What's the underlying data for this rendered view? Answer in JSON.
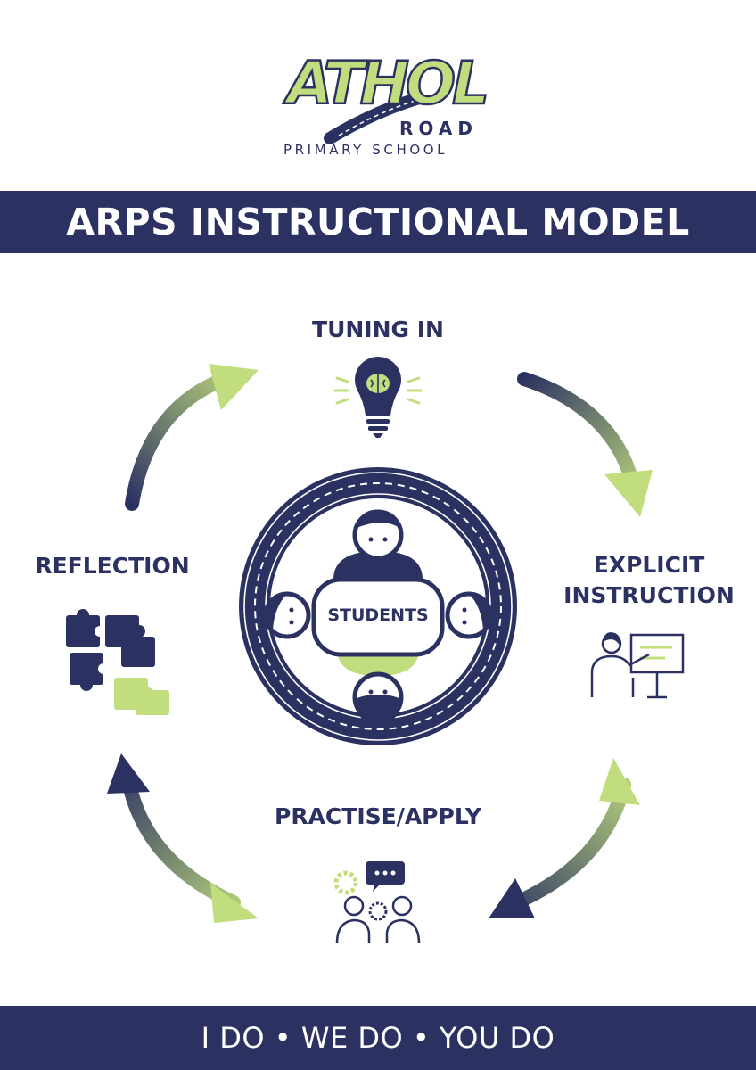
{
  "logo": {
    "name": "ATHOL",
    "road": "ROAD",
    "subtitle": "PRIMARY SCHOOL"
  },
  "title": "ARPS INSTRUCTIONAL MODEL",
  "center_label": "STUDENTS",
  "stages": {
    "tuning_in": "TUNING IN",
    "explicit_instruction_line1": "EXPLICIT",
    "explicit_instruction_line2": "INSTRUCTION",
    "practise_apply": "PRACTISE/APPLY",
    "reflection": "REFLECTION"
  },
  "footer": "I DO • WE DO • YOU DO",
  "colors": {
    "navy": "#2b3262",
    "lime": "#c1dd7d"
  },
  "icons": [
    "lightbulb-brain-icon",
    "teacher-board-icon",
    "collaboration-gears-icon",
    "puzzle-pieces-icon"
  ]
}
